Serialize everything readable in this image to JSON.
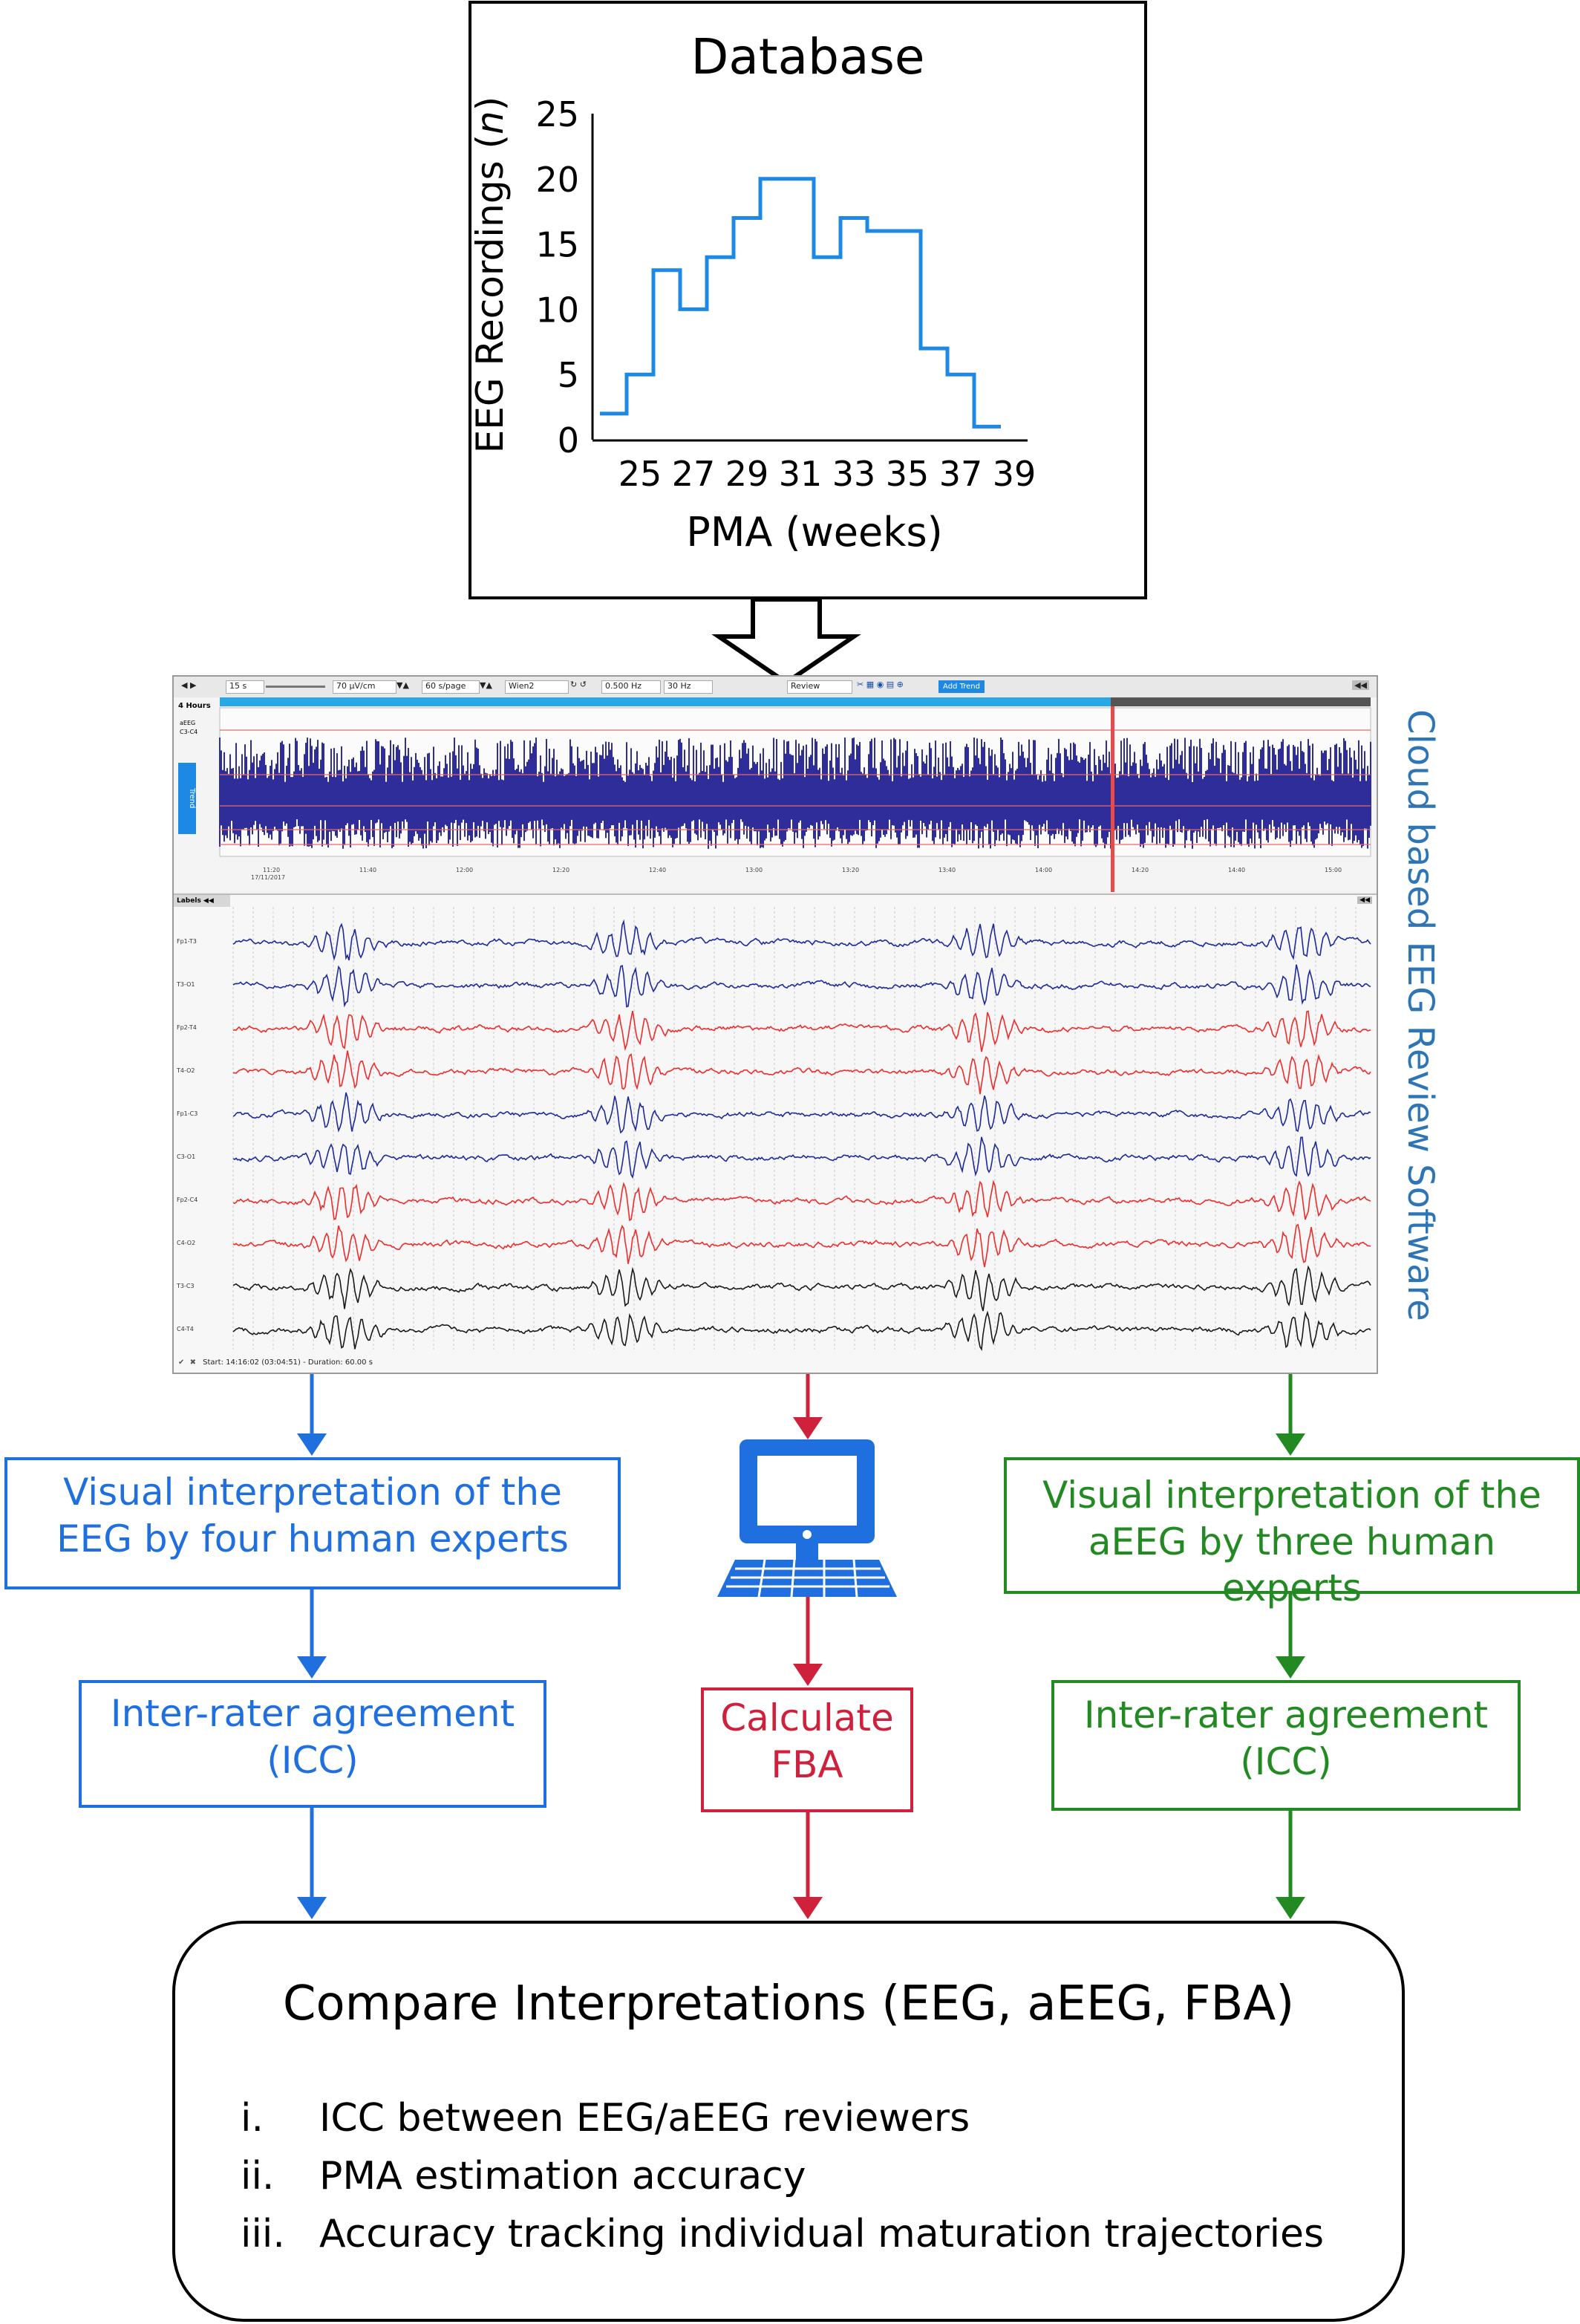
{
  "colors": {
    "blue": "#1f6fde",
    "red": "#d0213c",
    "green": "#238a23",
    "black": "#000000",
    "histogram": "#1e88e5",
    "eeg_blue": "#1c2a9e",
    "eeg_red": "#ef2b2b",
    "eeg_black": "#1a1a1a",
    "trend_fill": "#2e2d9a"
  },
  "database": {
    "title": "Database",
    "chart_data": {
      "type": "bar",
      "subtype": "step-histogram",
      "title": "Database",
      "xlabel": "PMA (weeks)",
      "ylabel_prefix": "EEG Recordings (",
      "ylabel_italic": "n",
      "ylabel_suffix": ")",
      "bin_edges": [
        24,
        25,
        26,
        27,
        28,
        29,
        30,
        31,
        32,
        33,
        34,
        35,
        36,
        37,
        38,
        39,
        40
      ],
      "counts": [
        2,
        5,
        13,
        10,
        14,
        17,
        20,
        20,
        14,
        17,
        16,
        16,
        7,
        5,
        1
      ],
      "xlim": [
        24,
        40
      ],
      "ylim": [
        0,
        25
      ],
      "x_ticks": [
        "25",
        "27",
        "29",
        "31",
        "33",
        "35",
        "37",
        "39"
      ],
      "y_ticks": [
        "0",
        "5",
        "10",
        "15",
        "20",
        "25"
      ],
      "grid": false,
      "legend": "none"
    }
  },
  "software": {
    "side_label": "Cloud based EEG Review Software",
    "toolbar": {
      "speed": "15 s",
      "sensitivity": "70 µV/cm",
      "page": "60 s/page",
      "montage": "Wien2",
      "lowcut": "0.500 Hz",
      "highcut": "30 Hz",
      "mode": "Review",
      "add_trend": "Add Trend"
    },
    "trend_panel": {
      "duration": "4 Hours",
      "series_label": "aEEG",
      "channel": "C3-C4",
      "side_tab": "Trend",
      "times": [
        "11:20",
        "11:40",
        "12:00",
        "12:20",
        "12:40",
        "13:00",
        "13:20",
        "13:40",
        "14:00",
        "14:20",
        "14:40",
        "15:00"
      ],
      "date": "17/11/2017"
    },
    "eeg_panel": {
      "labels_header": "Labels",
      "status_bar": "Start: 14:16:02 (03:04:51) - Duration: 60.00 s",
      "channels": [
        {
          "name": "Fp1-T3",
          "color": "blue"
        },
        {
          "name": "T3-O1",
          "color": "blue"
        },
        {
          "name": "Fp2-T4",
          "color": "red"
        },
        {
          "name": "T4-O2",
          "color": "red"
        },
        {
          "name": "Fp1-C3",
          "color": "blue"
        },
        {
          "name": "C3-O1",
          "color": "blue"
        },
        {
          "name": "Fp2-C4",
          "color": "red"
        },
        {
          "name": "C4-O2",
          "color": "red"
        },
        {
          "name": "T3-C3",
          "color": "black"
        },
        {
          "name": "C4-T4",
          "color": "black"
        }
      ]
    }
  },
  "left_branch": {
    "interpretation": "Visual interpretation of the EEG by four human experts",
    "agreement": "Inter-rater agreement (ICC)"
  },
  "middle_branch": {
    "icon": "computer-icon",
    "calculate": "Calculate FBA"
  },
  "right_branch": {
    "interpretation": "Visual interpretation of the aEEG by three human experts",
    "agreement": "Inter-rater agreement (ICC)"
  },
  "compare": {
    "title": "Compare Interpretations (EEG, aEEG, FBA)",
    "items": [
      {
        "num": "i.",
        "text": "ICC between EEG/aEEG reviewers"
      },
      {
        "num": "ii.",
        "text": "PMA estimation accuracy"
      },
      {
        "num": "iii.",
        "text": "Accuracy tracking individual maturation trajectories"
      }
    ]
  }
}
